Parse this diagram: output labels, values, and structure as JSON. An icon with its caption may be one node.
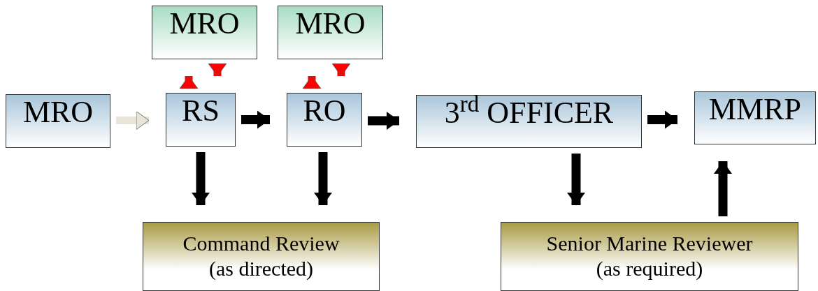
{
  "diagram": {
    "nodes": [
      {
        "text": [
          "MRO"
        ]
      },
      {
        "text": [
          "MRO"
        ]
      },
      {
        "text": [
          "MRO"
        ]
      },
      {
        "text": [
          "RS"
        ]
      },
      {
        "text": [
          "RO"
        ]
      },
      {
        "text": [
          "3$^{rd}$ OFFICER"
        ]
      },
      {
        "text": [
          "MMRP"
        ]
      },
      {
        "text": [
          "Command Review",
          "(as directed)"
        ]
      },
      {
        "text": [
          "Senior Marine Reviewer",
          "(as required)"
        ]
      }
    ],
    "edges": [
      {
        "from": 2,
        "to": 3,
        "arrow": "to",
        "color": "#e8e4d8"
      },
      {
        "from": 3,
        "to": 0,
        "arrow": "to",
        "color": "#ff0000"
      },
      {
        "from": 0,
        "to": 3,
        "arrow": "to",
        "color": "#ff0000"
      },
      {
        "from": 4,
        "to": 1,
        "arrow": "to",
        "color": "#ff0000"
      },
      {
        "from": 1,
        "to": 4,
        "arrow": "to",
        "color": "#ff0000"
      },
      {
        "from": 3,
        "to": 4,
        "arrow": "to"
      },
      {
        "from": 4,
        "to": 5,
        "arrow": "to"
      },
      {
        "from": 5,
        "to": 6,
        "arrow": "to"
      },
      {
        "from": 3,
        "to": 7,
        "arrow": "to"
      },
      {
        "from": 4,
        "to": 7,
        "arrow": "to"
      },
      {
        "from": 5,
        "to": 8,
        "arrow": "to"
      },
      {
        "from": 8,
        "to": 6,
        "arrow": "to"
      }
    ]
  }
}
